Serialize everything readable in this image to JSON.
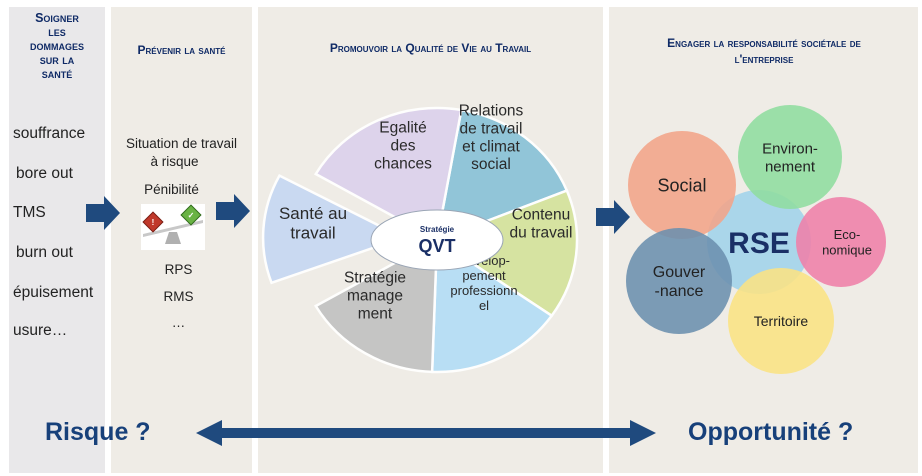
{
  "col1": {
    "title_lines": [
      "Soigner",
      "les",
      "dommages",
      "sur la",
      "santé"
    ],
    "items": [
      "souffrance",
      "bore out",
      "TMS",
      "burn out",
      "épuisement",
      "usure…"
    ]
  },
  "col2": {
    "title": "Prévenir la santé",
    "lines": [
      "Situation de travail",
      "à risque",
      "Pénibilité",
      "RPS",
      "RMS",
      "…"
    ]
  },
  "col3": {
    "title": "Promouvoir la Qualité de Vie au Travail",
    "center_small": "Stratégie",
    "center_big": "QVT",
    "slices": [
      {
        "lines": [
          "Relations",
          "de travail",
          "et climat",
          "social"
        ],
        "color": "#8cc3d8"
      },
      {
        "lines": [
          "Contenu",
          "du travail"
        ],
        "color": "#d5e39e"
      },
      {
        "lines": [
          "Dévelop-",
          "pement",
          "professionn",
          "el"
        ],
        "color": "#b6def5"
      },
      {
        "lines": [
          "Stratégie",
          "manage",
          "ment"
        ],
        "color": "#c3c3c3"
      },
      {
        "lines": [
          "Santé au",
          "travail"
        ],
        "color": "#c8d8f2"
      },
      {
        "lines": [
          "Egalité",
          "des",
          "chances"
        ],
        "color": "#ddd2ec"
      }
    ]
  },
  "col4": {
    "title_lines": [
      "Engager la responsabilité sociétale de",
      "l'entreprise"
    ],
    "center": "RSE",
    "circles": [
      {
        "lines": [
          "Social"
        ],
        "color": "#f2a489"
      },
      {
        "lines": [
          "Environ-",
          "nement"
        ],
        "color": "#8fdd9f"
      },
      {
        "lines": [
          "Eco-",
          "nomique"
        ],
        "color": "#ef7fa8"
      },
      {
        "lines": [
          "Territoire"
        ],
        "color": "#fbe383"
      },
      {
        "lines": [
          "Gouver",
          "-nance"
        ],
        "color": "#6b8fae"
      }
    ],
    "center_color": "#9ed2ea"
  },
  "bottom": {
    "left": "Risque ?",
    "right": "Opportunité ?"
  },
  "colors": {
    "title_blue": "#0f2a66",
    "arrow_blue": "#1f4a7e",
    "panel_bg": "#efece6"
  }
}
